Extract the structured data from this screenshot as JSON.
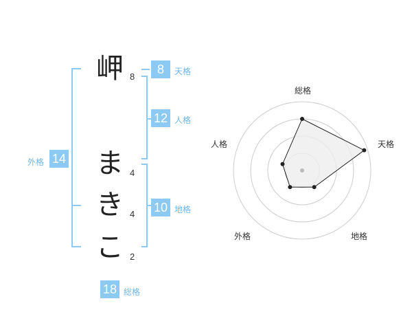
{
  "name": {
    "chars": [
      {
        "char": "岬",
        "strokes": "8"
      },
      {
        "char": "ま",
        "strokes": "4"
      },
      {
        "char": "き",
        "strokes": "4"
      },
      {
        "char": "こ",
        "strokes": "2"
      }
    ]
  },
  "kakusu": {
    "tenkaku": {
      "value": "8",
      "label": "天格"
    },
    "jinkaku": {
      "value": "12",
      "label": "人格"
    },
    "chikaku": {
      "value": "10",
      "label": "地格"
    },
    "gaikaku": {
      "value": "14",
      "label": "外格"
    },
    "soukaku": {
      "value": "18",
      "label": "総格"
    }
  },
  "radar": {
    "axes": [
      "総格",
      "天格",
      "地格",
      "外格",
      "人格"
    ],
    "values": [
      0.75,
      0.95,
      0.3,
      0.3,
      0.3
    ],
    "levels": 4,
    "colors": {
      "grid": "#cccccc",
      "fill": "#eeeeee",
      "stroke": "#222222",
      "center": "#bbbbbb"
    }
  }
}
